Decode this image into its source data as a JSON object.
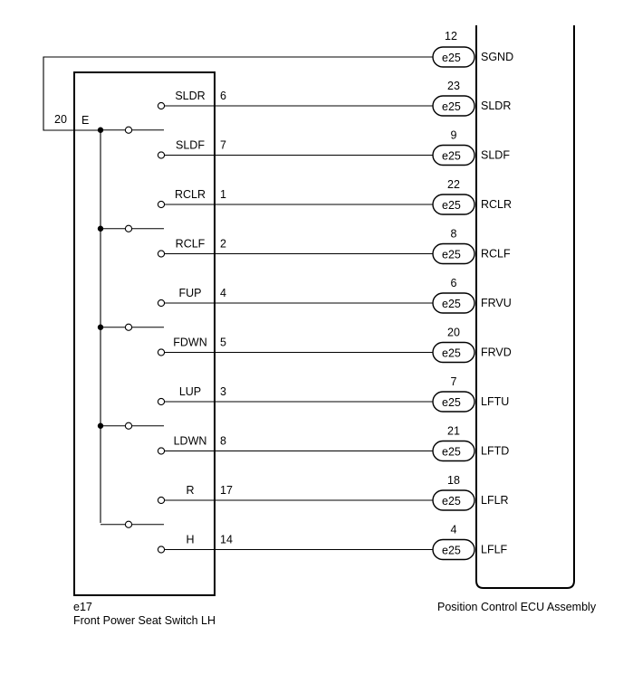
{
  "switch": {
    "code": "e17",
    "name": "Front Power Seat Switch LH",
    "common_pin": "20",
    "common_label": "E"
  },
  "ecu": {
    "name": "Position Control ECU Assembly",
    "connector": "e25",
    "sgnd": {
      "pin": "12",
      "label": "SGND"
    }
  },
  "circuits": [
    {
      "switch_label": "SLDR",
      "switch_pin": "6",
      "ecu_pin": "23",
      "ecu_label": "SLDR"
    },
    {
      "switch_label": "SLDF",
      "switch_pin": "7",
      "ecu_pin": "9",
      "ecu_label": "SLDF"
    },
    {
      "switch_label": "RCLR",
      "switch_pin": "1",
      "ecu_pin": "22",
      "ecu_label": "RCLR"
    },
    {
      "switch_label": "RCLF",
      "switch_pin": "2",
      "ecu_pin": "8",
      "ecu_label": "RCLF"
    },
    {
      "switch_label": "FUP",
      "switch_pin": "4",
      "ecu_pin": "6",
      "ecu_label": "FRVU"
    },
    {
      "switch_label": "FDWN",
      "switch_pin": "5",
      "ecu_pin": "20",
      "ecu_label": "FRVD"
    },
    {
      "switch_label": "LUP",
      "switch_pin": "3",
      "ecu_pin": "7",
      "ecu_label": "LFTU"
    },
    {
      "switch_label": "LDWN",
      "switch_pin": "8",
      "ecu_pin": "21",
      "ecu_label": "LFTD"
    },
    {
      "switch_label": "R",
      "switch_pin": "17",
      "ecu_pin": "18",
      "ecu_label": "LFLR"
    },
    {
      "switch_label": "H",
      "switch_pin": "14",
      "ecu_pin": "4",
      "ecu_label": "LFLF"
    }
  ]
}
